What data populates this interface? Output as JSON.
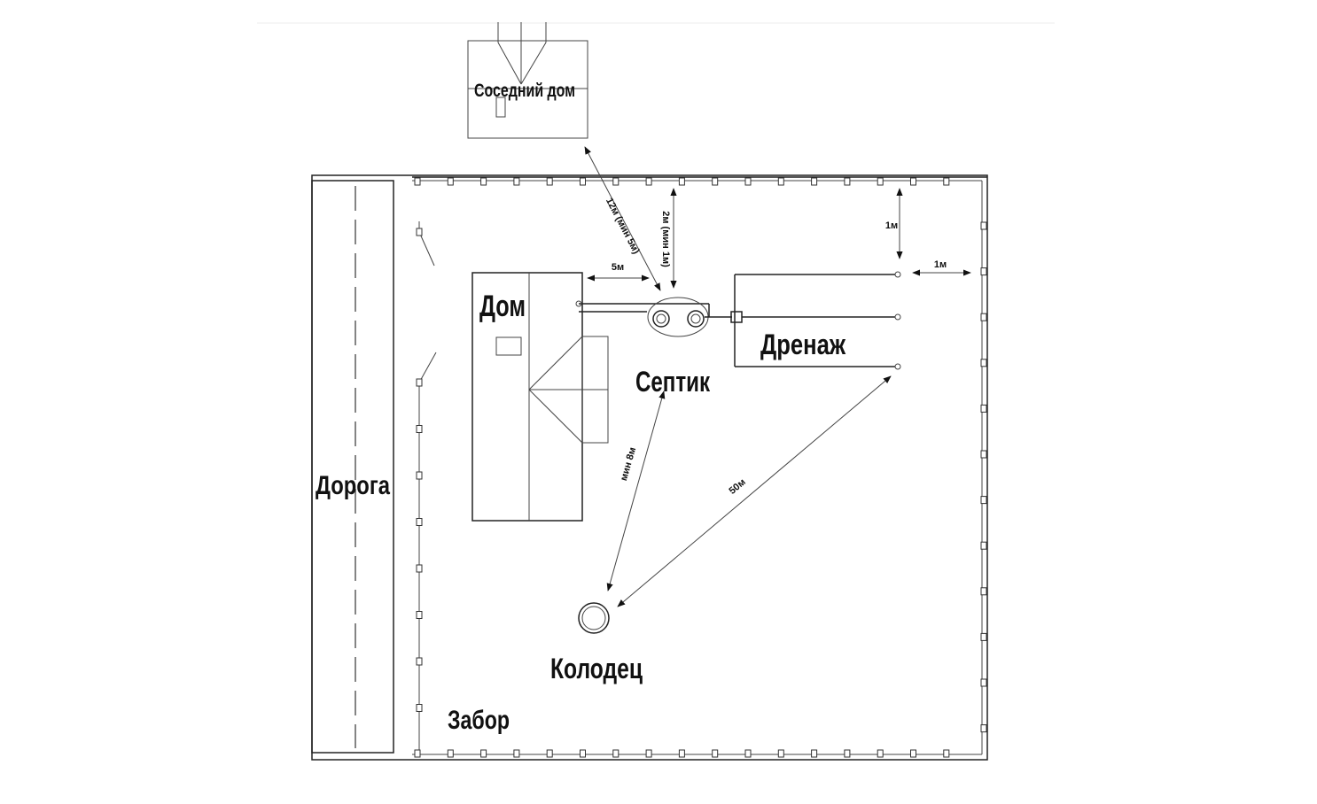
{
  "labels": {
    "neighbor_house": "Соседний дом",
    "house": "Дом",
    "septic": "Септик",
    "drainage": "Дренаж",
    "road": "Дорога",
    "well": "Колодец",
    "fence": "Забор"
  },
  "dimensions": {
    "neighbor_to_septic": "12м (мин 5м)",
    "fence_to_septic": "2м (мин 1м)",
    "house_to_septic": "5м",
    "drain_to_top_fence": "1м",
    "drain_to_side_fence": "1м",
    "septic_to_well": "мин 8м",
    "drain_to_well": "50м"
  }
}
